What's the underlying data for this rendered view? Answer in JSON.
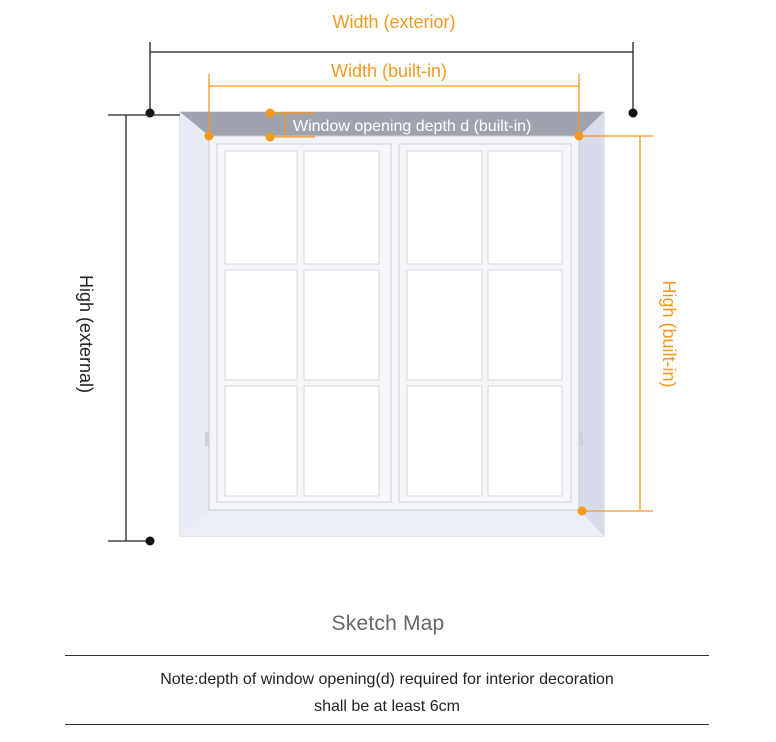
{
  "labels": {
    "width_exterior": "Width (exterior)",
    "width_builtin": "Width (built-in)",
    "depth": "Window opening depth d (built-in)",
    "height_external": "High (external)",
    "height_builtin": "High (built-in)"
  },
  "caption": "Sketch Map",
  "note": {
    "line1": "Note:depth of window opening(d) required for interior decoration",
    "line2": "shall be at least 6cm"
  },
  "colors": {
    "accent": "#f39a1e",
    "frame": "#dfe2ef",
    "depth_band": "#9ea3ae",
    "dimension_line": "#222222"
  }
}
